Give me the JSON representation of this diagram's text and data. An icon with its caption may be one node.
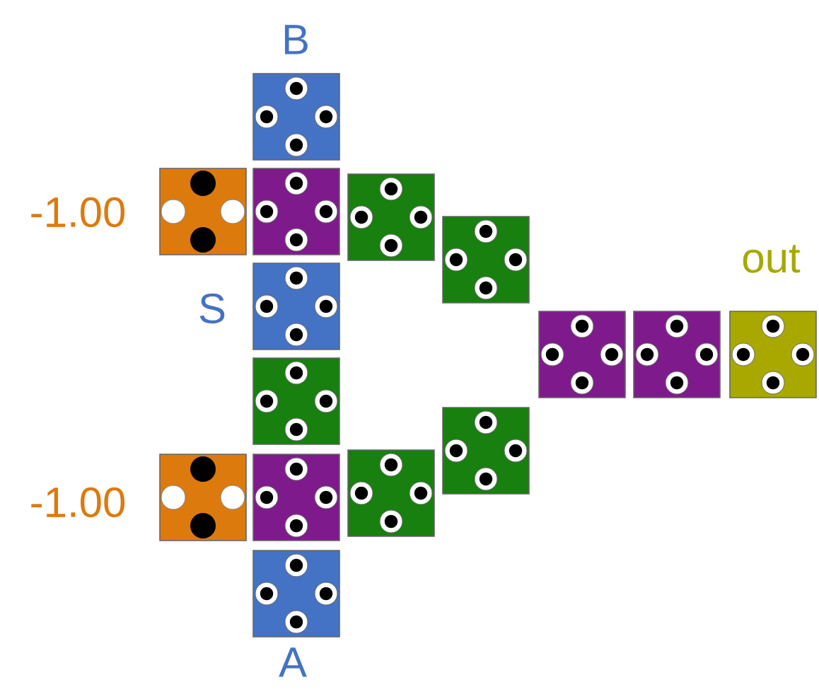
{
  "diagram": {
    "labels": [
      "B",
      "-1.00",
      "out",
      "S",
      "-1.00",
      "A"
    ]
  }
}
